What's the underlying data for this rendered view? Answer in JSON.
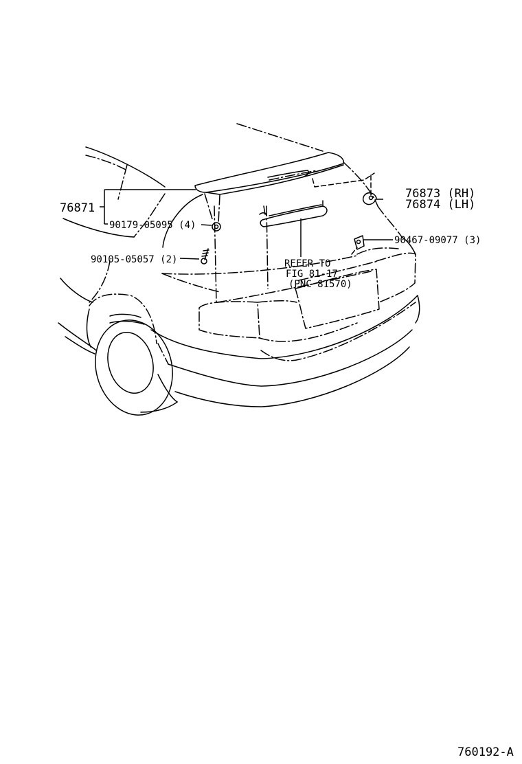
{
  "diagram": {
    "labels": {
      "spoiler_part": "76871",
      "spoiler_screw": "90179-05095 (4)",
      "spoiler_bolt": "90105-05057 (2)",
      "stopper_rh": "76873 (RH)",
      "stopper_lh": "76874 (LH)",
      "clip": "90467-09077 (3)",
      "refer_line1": "REFER TO",
      "refer_line2": "FIG 81-17",
      "refer_line3": "(PNC 81570)"
    },
    "figure_id": "760192-A"
  }
}
